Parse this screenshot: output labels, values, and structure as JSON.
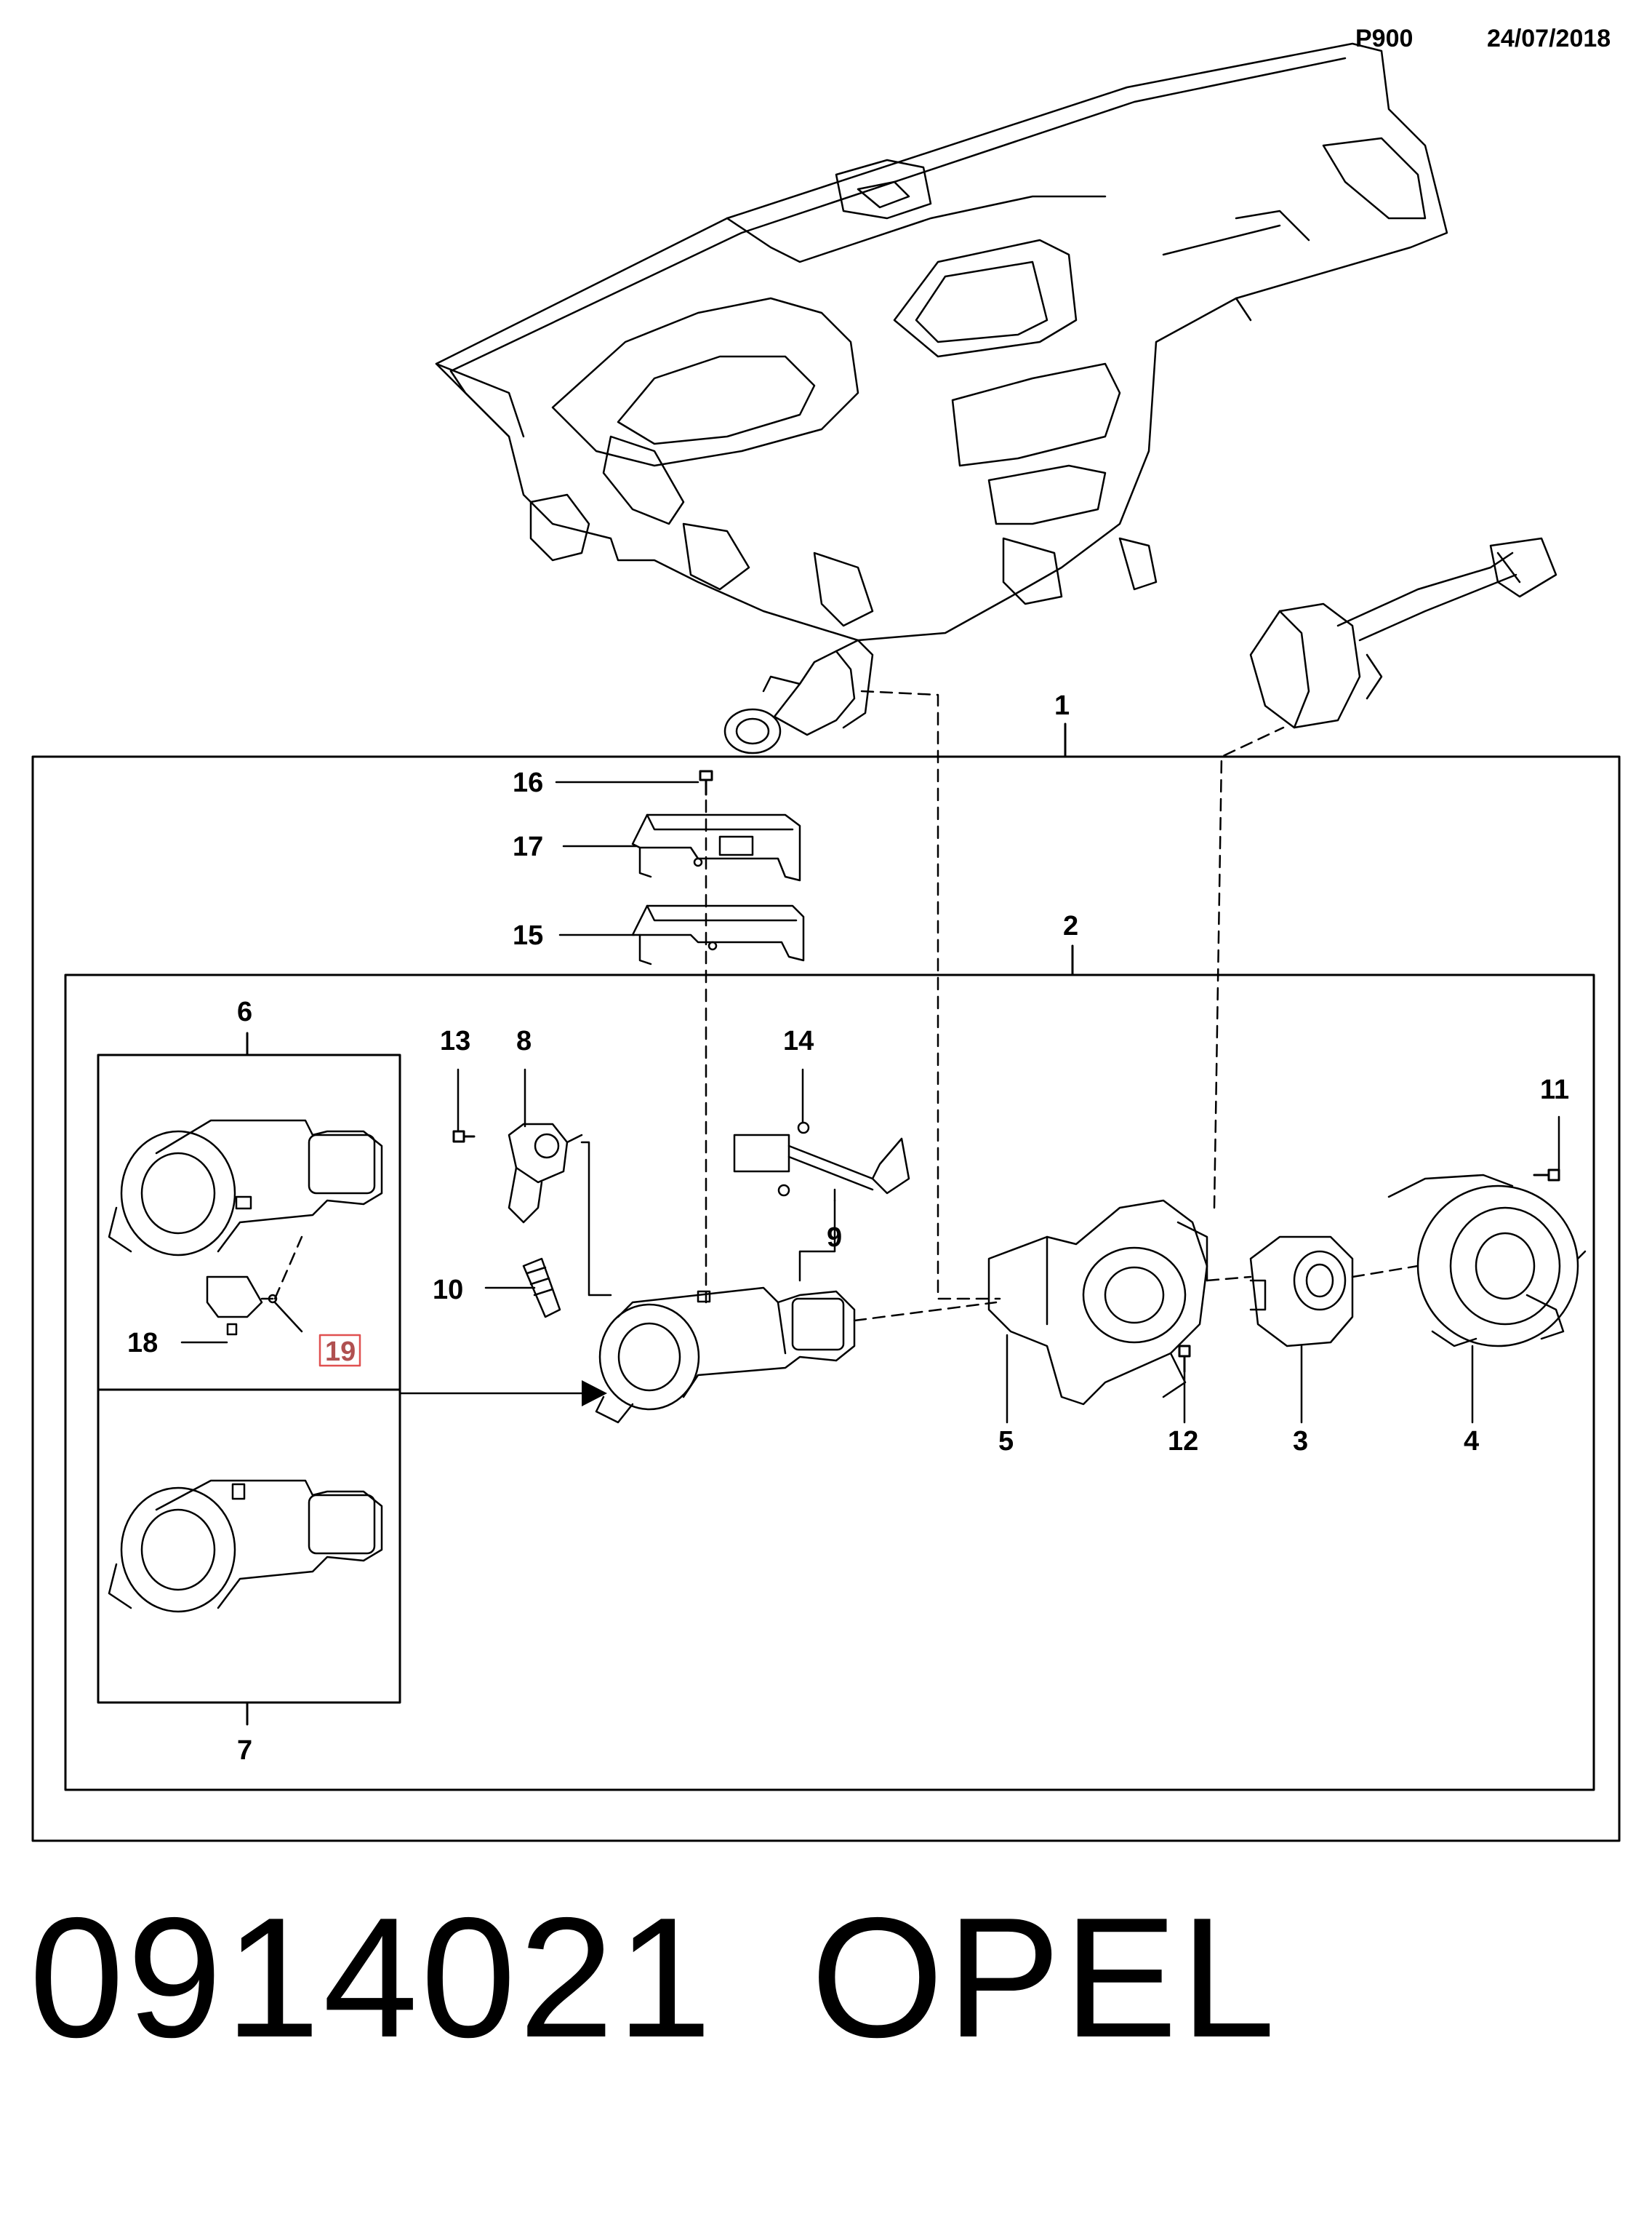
{
  "header": {
    "code": "P900",
    "date": "24/07/2018"
  },
  "callouts": {
    "c1": "1",
    "c2": "2",
    "c3": "3",
    "c4": "4",
    "c5": "5",
    "c6": "6",
    "c7": "7",
    "c8": "8",
    "c9": "9",
    "c10": "10",
    "c11": "11",
    "c12": "12",
    "c13": "13",
    "c14": "14",
    "c15": "15",
    "c16": "16",
    "c17": "17",
    "c18": "18",
    "c19": "19"
  },
  "highlight_color": "#e05050",
  "footer": {
    "part_number": "0914021",
    "brand": "OPEL"
  }
}
